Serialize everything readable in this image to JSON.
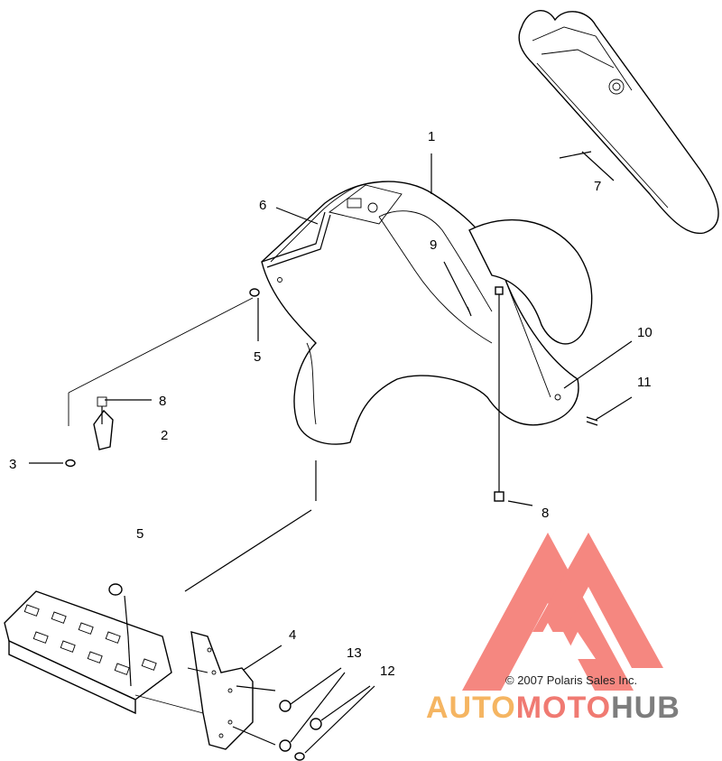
{
  "callouts": {
    "c1": "1",
    "c2": "2",
    "c3": "3",
    "c4": "4",
    "c5a": "5",
    "c5b": "5",
    "c6": "6",
    "c7": "7",
    "c8a": "8",
    "c8b": "8",
    "c9": "9",
    "c10": "10",
    "c11": "11",
    "c12": "12",
    "c13": "13"
  },
  "copyright": "© 2007 Polaris Sales Inc.",
  "watermark": {
    "part1": "AUTO",
    "part2": "MOTO",
    "part3": "HUB",
    "colors": {
      "auto": "#f5b562",
      "moto": "#f07a72",
      "hub": "#7d7d7d",
      "logo": "#f4736b"
    }
  }
}
